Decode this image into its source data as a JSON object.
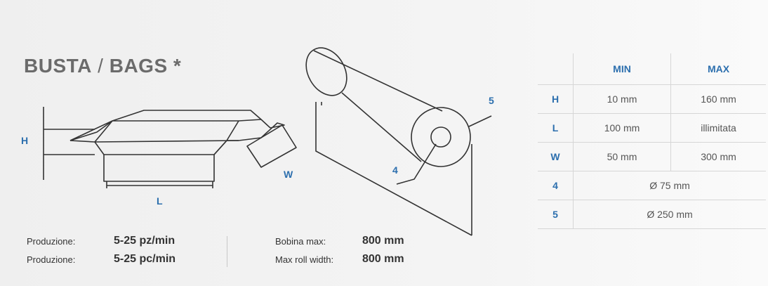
{
  "title": {
    "main": "BUSTA",
    "slash": " / ",
    "second": "BAGS *"
  },
  "diagram": {
    "label_h": "H",
    "label_l": "L",
    "label_w": "W",
    "label_4": "4",
    "label_5": "5"
  },
  "stats_left": [
    {
      "label": "Produzione:",
      "value": "5-25 pz/min"
    },
    {
      "label": "Produzione:",
      "value": "5-25 pc/min"
    }
  ],
  "stats_right": [
    {
      "label": "Bobina max:",
      "value": "800 mm"
    },
    {
      "label": "Max roll width:",
      "value": "800 mm"
    }
  ],
  "table": {
    "headers": [
      "",
      "MIN",
      "MAX"
    ],
    "rows": [
      {
        "key": "H",
        "min": "10 mm",
        "max": "160 mm"
      },
      {
        "key": "L",
        "min": "100 mm",
        "max": "illimitata"
      },
      {
        "key": "W",
        "min": "50 mm",
        "max": "300 mm"
      }
    ],
    "span_rows": [
      {
        "key": "4",
        "value": "Ø 75 mm"
      },
      {
        "key": "5",
        "value": "Ø 250 mm"
      }
    ]
  },
  "colors": {
    "accent": "#2c6fae",
    "line": "#333333",
    "title": "#6b6b6b"
  }
}
